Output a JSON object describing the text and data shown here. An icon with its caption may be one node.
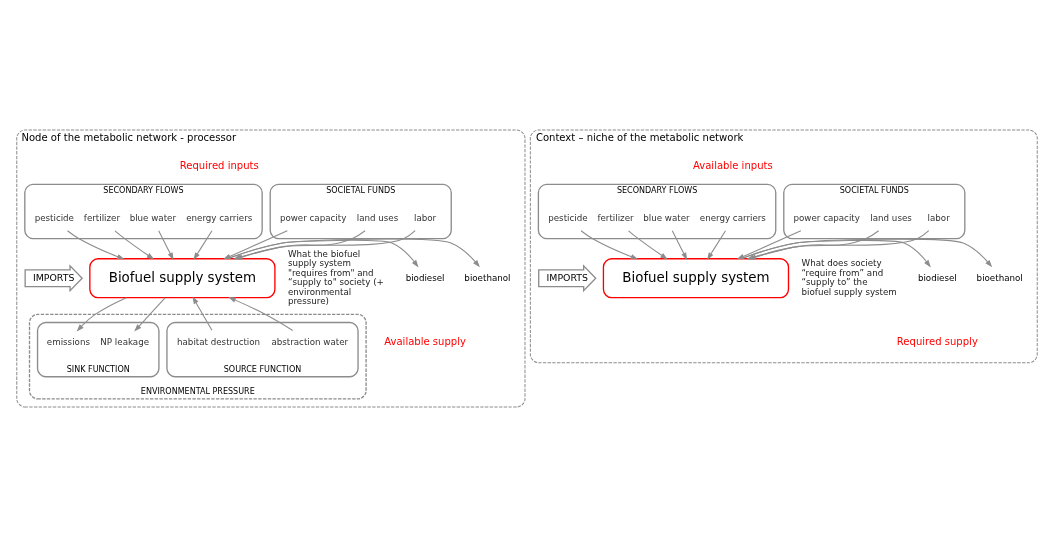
{
  "diagram": {
    "nodes": [
      {
        "text": [
          "Node of the metabolic network - processor"
        ]
      },
      {
        "text": [
          "SECONDARY FLOWS"
        ],
        "in": 0
      },
      {
        "text": [
          "energy carriers"
        ],
        "in": 1
      },
      {
        "text": [
          "blue water"
        ],
        "in": 1
      },
      {
        "text": [
          "fertilizer"
        ],
        "in": 1
      },
      {
        "text": [
          "pesticide"
        ],
        "in": 1
      },
      {
        "text": [
          "SOCIETAL FUNDS"
        ],
        "in": 0
      },
      {
        "text": [
          "labor"
        ],
        "in": 6
      },
      {
        "text": [
          "land uses"
        ],
        "in": 6
      },
      {
        "text": [
          "power capacity"
        ],
        "in": 6
      },
      {
        "text": [
          "IMPORTS"
        ],
        "in": 0
      },
      {
        "text": [
          "Biofuel supply system"
        ],
        "in": 0
      },
      {
        "text": [
          "bioethanol"
        ],
        "in": 0
      },
      {
        "text": [
          "biodiesel"
        ],
        "in": 0
      },
      {
        "text": [
          "ENVIRONMENTAL PRESSURE"
        ],
        "in": 0
      },
      {
        "text": [
          "SOURCE FUNCTION"
        ],
        "in": 14
      },
      {
        "text": [
          "abstraction water"
        ],
        "in": 15
      },
      {
        "text": [
          "habitat destruction"
        ],
        "in": 15
      },
      {
        "text": [
          "SINK FUNCTION"
        ],
        "in": 14
      },
      {
        "text": [
          "NP leakage"
        ],
        "in": 18
      },
      {
        "text": [
          "emissions"
        ],
        "in": 18
      },
      {
        "text": [
          "Context – niche of the metabolic network"
        ]
      },
      {
        "text": [
          "SECONDARY FLOWS"
        ],
        "in": 21
      },
      {
        "text": [
          "energy carriers"
        ],
        "in": 22
      },
      {
        "text": [
          "blue water"
        ],
        "in": 22
      },
      {
        "text": [
          "fertilizer"
        ],
        "in": 22
      },
      {
        "text": [
          "pesticide"
        ],
        "in": 22
      },
      {
        "text": [
          "SOCIETAL FUNDS"
        ],
        "in": 21
      },
      {
        "text": [
          "labor"
        ],
        "in": 27
      },
      {
        "text": [
          "land uses"
        ],
        "in": 27
      },
      {
        "text": [
          "power capacity"
        ],
        "in": 27
      },
      {
        "text": [
          "IMPORTS"
        ],
        "in": 21
      },
      {
        "text": [
          "Biofuel supply system"
        ],
        "in": 21
      },
      {
        "text": [
          "bioethanol"
        ],
        "in": 21
      },
      {
        "text": [
          "biodiesel"
        ],
        "in": 21
      }
    ],
    "edges": [
      {
        "from": 2,
        "to": 11,
        "arrow": "to"
      },
      {
        "from": 3,
        "to": 11,
        "arrow": "to"
      },
      {
        "from": 4,
        "to": 11,
        "arrow": "to"
      },
      {
        "from": 5,
        "to": 11,
        "arrow": "to"
      },
      {
        "from": 7,
        "to": 11,
        "arrow": "to"
      },
      {
        "from": 8,
        "to": 11,
        "arrow": "to"
      },
      {
        "from": 9,
        "to": 11,
        "arrow": "to"
      },
      {
        "from": 16,
        "to": 11,
        "arrow": "to"
      },
      {
        "from": 17,
        "to": 11,
        "arrow": "to"
      },
      {
        "from": 11,
        "to": 19,
        "arrow": "to"
      },
      {
        "from": 11,
        "to": 20,
        "arrow": "to"
      },
      {
        "from": 11,
        "to": 12,
        "arrow": "to"
      },
      {
        "from": 11,
        "to": 13,
        "arrow": "to"
      },
      {
        "from": 23,
        "to": 32,
        "arrow": "to"
      },
      {
        "from": 24,
        "to": 32,
        "arrow": "to"
      },
      {
        "from": 25,
        "to": 32,
        "arrow": "to"
      },
      {
        "from": 26,
        "to": 32,
        "arrow": "to"
      },
      {
        "from": 28,
        "to": 32,
        "arrow": "to"
      },
      {
        "from": 29,
        "to": 32,
        "arrow": "to"
      },
      {
        "from": 30,
        "to": 32,
        "arrow": "to"
      },
      {
        "from": 32,
        "to": 33,
        "arrow": "to"
      },
      {
        "from": 32,
        "to": 34,
        "arrow": "to"
      }
    ],
    "labels": [
      "Required inputs",
      "What the biofuel supply system \"requires from\" and “supply to\" society (+ environmental pressure)",
      "Available supply",
      "Available inputs",
      "What does society “require from” and “supply to” the biofuel supply system",
      "Required supply"
    ]
  }
}
